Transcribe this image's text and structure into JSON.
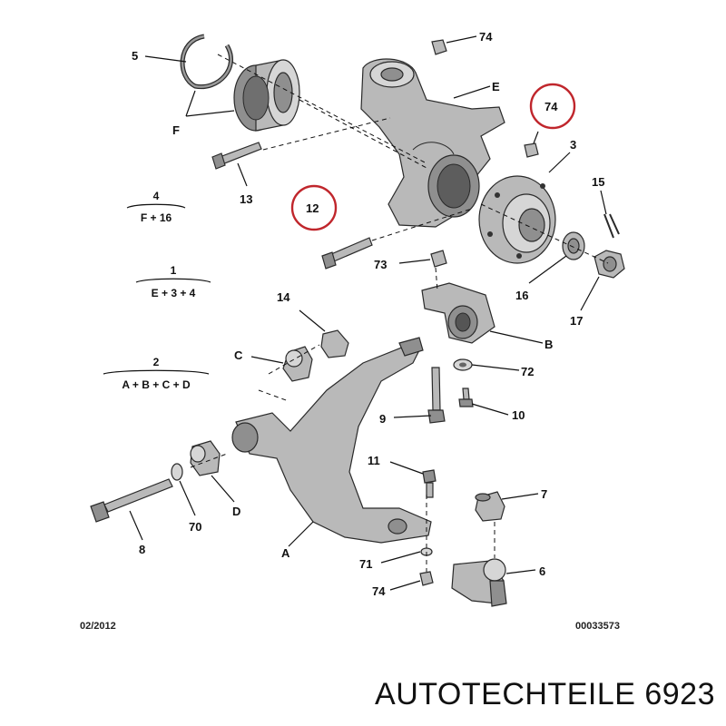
{
  "labels": {
    "l5": "5",
    "lF": "F",
    "l74_top": "74",
    "lE": "E",
    "l74_circle": "74",
    "l3": "3",
    "l13": "13",
    "l12": "12",
    "l15": "15",
    "l73": "73",
    "l16": "16",
    "l17": "17",
    "l14": "14",
    "lB": "B",
    "lC": "C",
    "l72": "72",
    "l9": "9",
    "l10": "10",
    "l11": "11",
    "l7": "7",
    "l70": "70",
    "lD": "D",
    "l8": "8",
    "lA": "A",
    "l71": "71",
    "l6": "6",
    "l74_bottom": "74"
  },
  "formulas": [
    {
      "num": "4",
      "expr": "F + 16"
    },
    {
      "num": "1",
      "expr": "E + 3 + 4"
    },
    {
      "num": "2",
      "expr": "A + B + C + D"
    }
  ],
  "footer": {
    "date": "02/2012",
    "ref": "00033573"
  },
  "brand": {
    "text": "AUTOTECHTEILE 6923"
  },
  "colors": {
    "highlight_ring": "#c0262c",
    "part_fill": "#b9b9b9",
    "text": "#111111"
  },
  "icons": [
    "retaining-ring-icon",
    "wheel-bearing-icon",
    "steering-knuckle-icon",
    "hub-flange-icon",
    "control-arm-icon",
    "ball-joint-icon"
  ]
}
